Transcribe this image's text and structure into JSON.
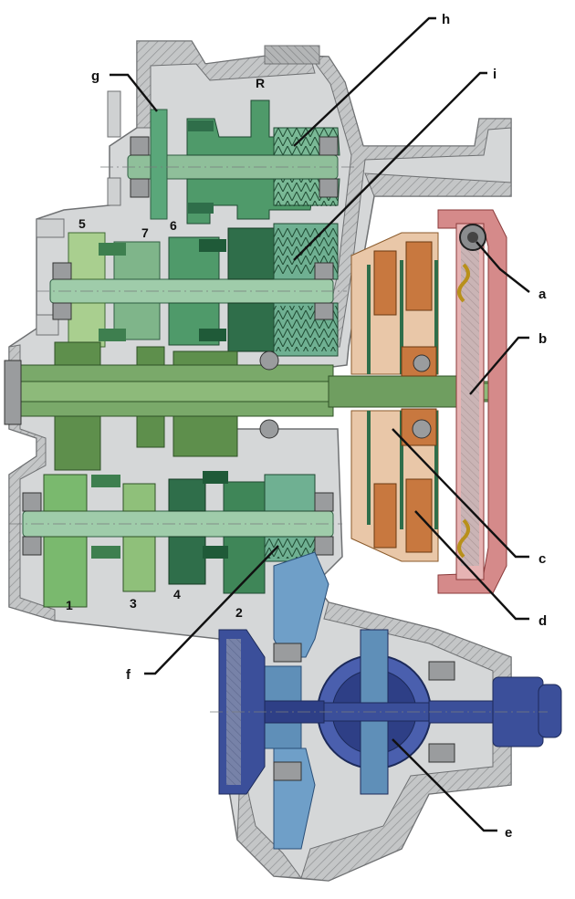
{
  "figure": {
    "letter_labels": [
      "a",
      "b",
      "c",
      "d",
      "e",
      "f",
      "g",
      "h",
      "i"
    ],
    "gear_labels": [
      "R",
      "5",
      "7",
      "6",
      "1",
      "3",
      "4",
      "2"
    ]
  },
  "colors": {
    "housing": "#c9cbcc",
    "housing_edge": "#6f7173",
    "shaft_green": "#8fbf9a",
    "gear_green": "#4f9a6a",
    "dark_green": "#2f6e4a",
    "light_green": "#a9cf8f",
    "teal": "#5aa79a",
    "clutch_copper": "#c8783f",
    "clutch_red": "#c96a6a",
    "diff_blue": "#3b4f9a",
    "diff_light_blue": "#5f8fb8",
    "bearing_gray": "#9a9c9e"
  }
}
